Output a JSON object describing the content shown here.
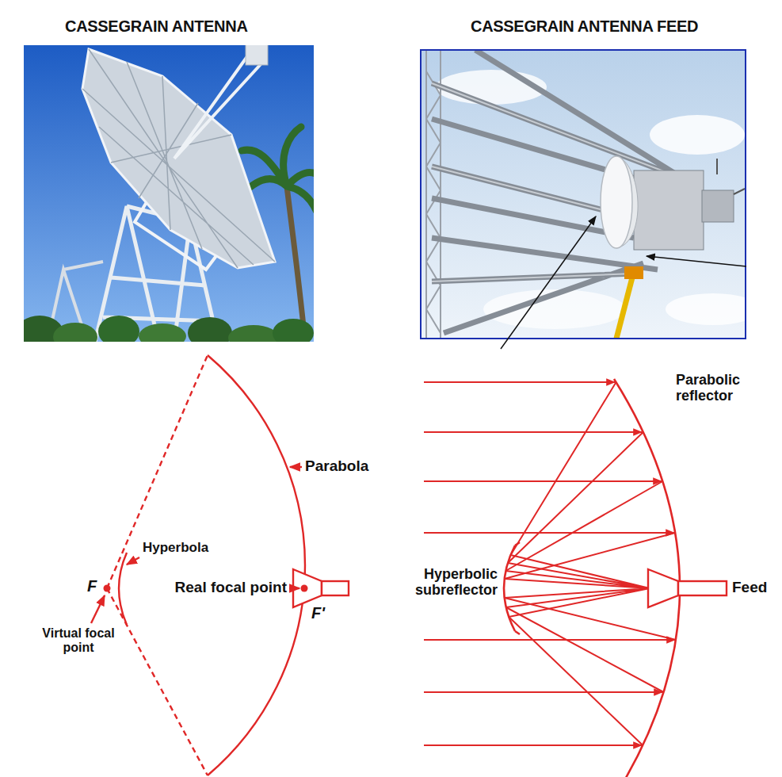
{
  "diagram": {
    "labels": [
      "CASSEGRAIN ANTENNA",
      "CASSEGRAIN ANTENNA FEED",
      "Parabola",
      "Hyperbola",
      "F",
      "Real focal point",
      "F'",
      "Virtual focal point",
      "Parabolic reflector",
      "Hyperbolic subreflector",
      "Feed"
    ]
  }
}
